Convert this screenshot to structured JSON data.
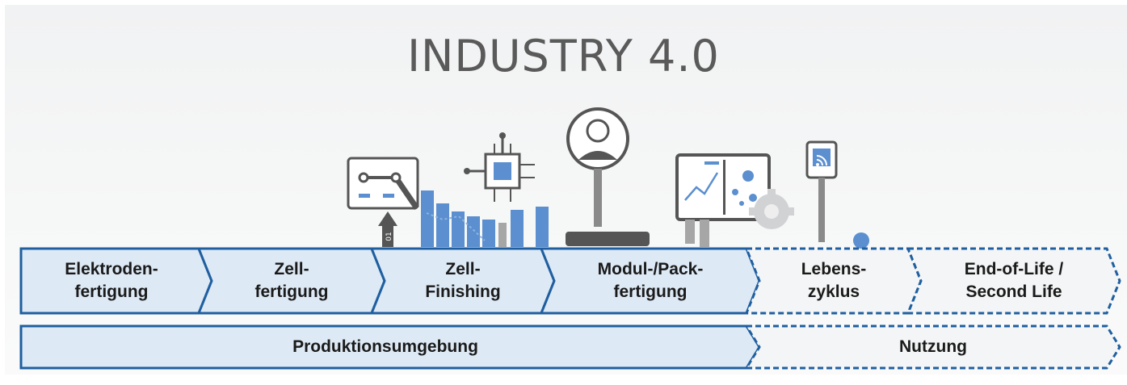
{
  "title": "INDUSTRY 4.0",
  "colors": {
    "accent": "#1f5fa0",
    "production_fill": "#dde9f5",
    "usage_fill": "#f4f5f6",
    "icon_blue": "#5b8fcf",
    "icon_gray": "#a6a6a6",
    "icon_dark": "#555555"
  },
  "stages": [
    {
      "line1": "Elektroden-",
      "line2": "fertigung",
      "style": "solid"
    },
    {
      "line1": "Zell-",
      "line2": "fertigung",
      "style": "solid"
    },
    {
      "line1": "Zell-",
      "line2": "Finishing",
      "style": "solid"
    },
    {
      "line1": "Modul-/Pack-",
      "line2": "fertigung",
      "style": "solid"
    },
    {
      "line1": "Lebens-",
      "line2": "zyklus",
      "style": "dashed"
    },
    {
      "line1": "End-of-Life /",
      "line2": "Second Life",
      "style": "dashed"
    }
  ],
  "phases": [
    {
      "label": "Produktionsumgebung",
      "style": "solid"
    },
    {
      "label": "Nutzung",
      "style": "dashed"
    }
  ],
  "icons": [
    "robot-arm-icon",
    "arrow-up-icon",
    "bar-chart-icon",
    "chip-icon",
    "user-icon",
    "dashboard-icon",
    "gear-icon",
    "wifi-sensor-icon"
  ],
  "icon_text": {
    "binary": "01"
  }
}
